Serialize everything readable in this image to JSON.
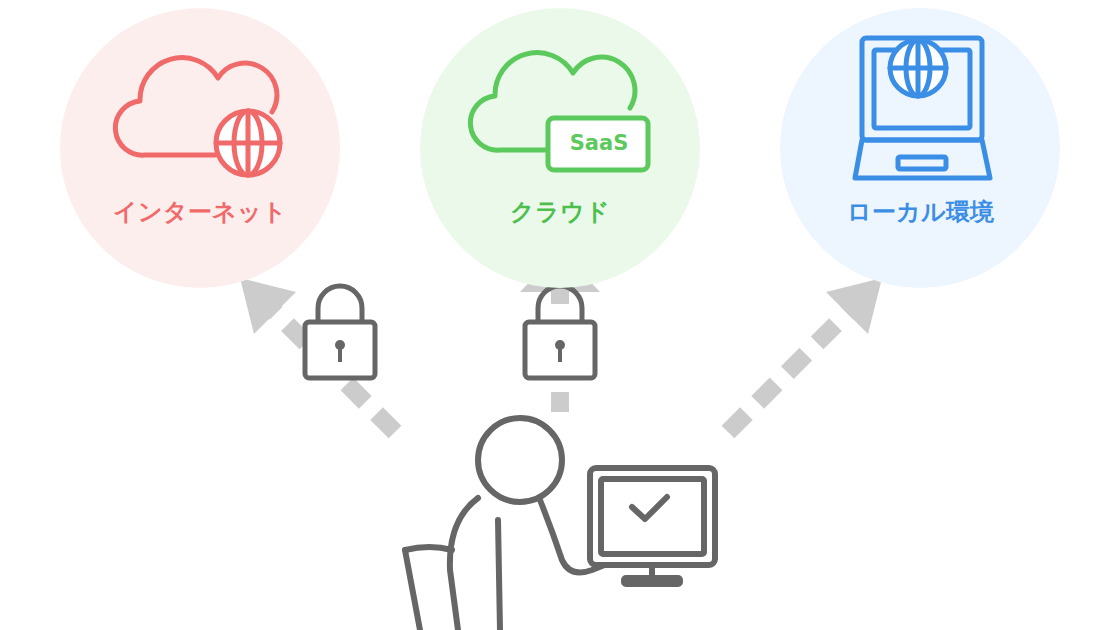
{
  "diagram": {
    "nodes": [
      {
        "text": [
          "インターネット"
        ]
      },
      {
        "text": [
          "SaaS",
          "クラウド"
        ]
      },
      {
        "text": [
          "ローカル環境"
        ]
      }
    ]
  }
}
